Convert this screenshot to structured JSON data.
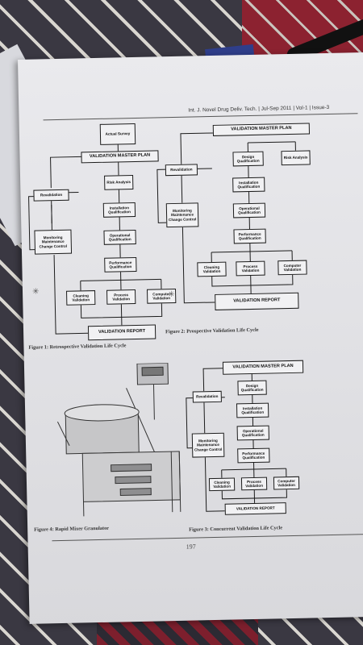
{
  "header": {
    "text": "Int. J. Novel Drug Deliv. Tech. | Jul-Sep 2011 | Vol-1 | Issue-3"
  },
  "page_number": "197",
  "figure1": {
    "caption": "Figure 1: Retrospective Validation Life Cycle",
    "survey": "Actual Survey",
    "vmp": "VALIDATION MASTER PLAN",
    "risk": "Risk Analysis",
    "iq": "Installation Qualification",
    "oq": "Operational Qualification",
    "pq": "Performance Qualification",
    "cleaning": "Cleaning Validation",
    "process": "Process Validation",
    "computer": "Computer Validation",
    "report": "VALIDATION REPORT",
    "revalidation": "Revalidation",
    "monitoring": "Monitoring Maintenance Change Control"
  },
  "figure2": {
    "caption": "Figure 2: Prospective Validation Life Cycle",
    "vmp": "VALIDATION MASTER PLAN",
    "dq": "Design Qualification",
    "risk": "Risk Analysis",
    "iq": "Installation Qualification",
    "oq": "Operational Qualification",
    "pq": "Performance Qualification",
    "cleaning": "Cleaning Validation",
    "process": "Process Validation",
    "computer": "Computer Validation",
    "report": "VALIDATION REPORT",
    "revalidation": "Revalidation",
    "monitoring": "Monitoring Maintenance Change Control"
  },
  "figure3": {
    "caption": "Figure 3: Concurrent Validation Life Cycle",
    "vmp": "VALIDATION MASTER PLAN",
    "dq": "Design Qualification",
    "iq": "Installation Qualification",
    "oq": "Operational Qualification",
    "pq": "Performance Qualification",
    "cleaning": "Cleaning Validation",
    "process": "Process Validation",
    "computer": "Computer Validation",
    "report": "VALIDATION REPORT",
    "revalidation": "Revalidation",
    "monitoring": "Monitoring Maintenance Change Control"
  },
  "figure4": {
    "caption": "Figure 4: Rapid Mixer Granulator"
  }
}
